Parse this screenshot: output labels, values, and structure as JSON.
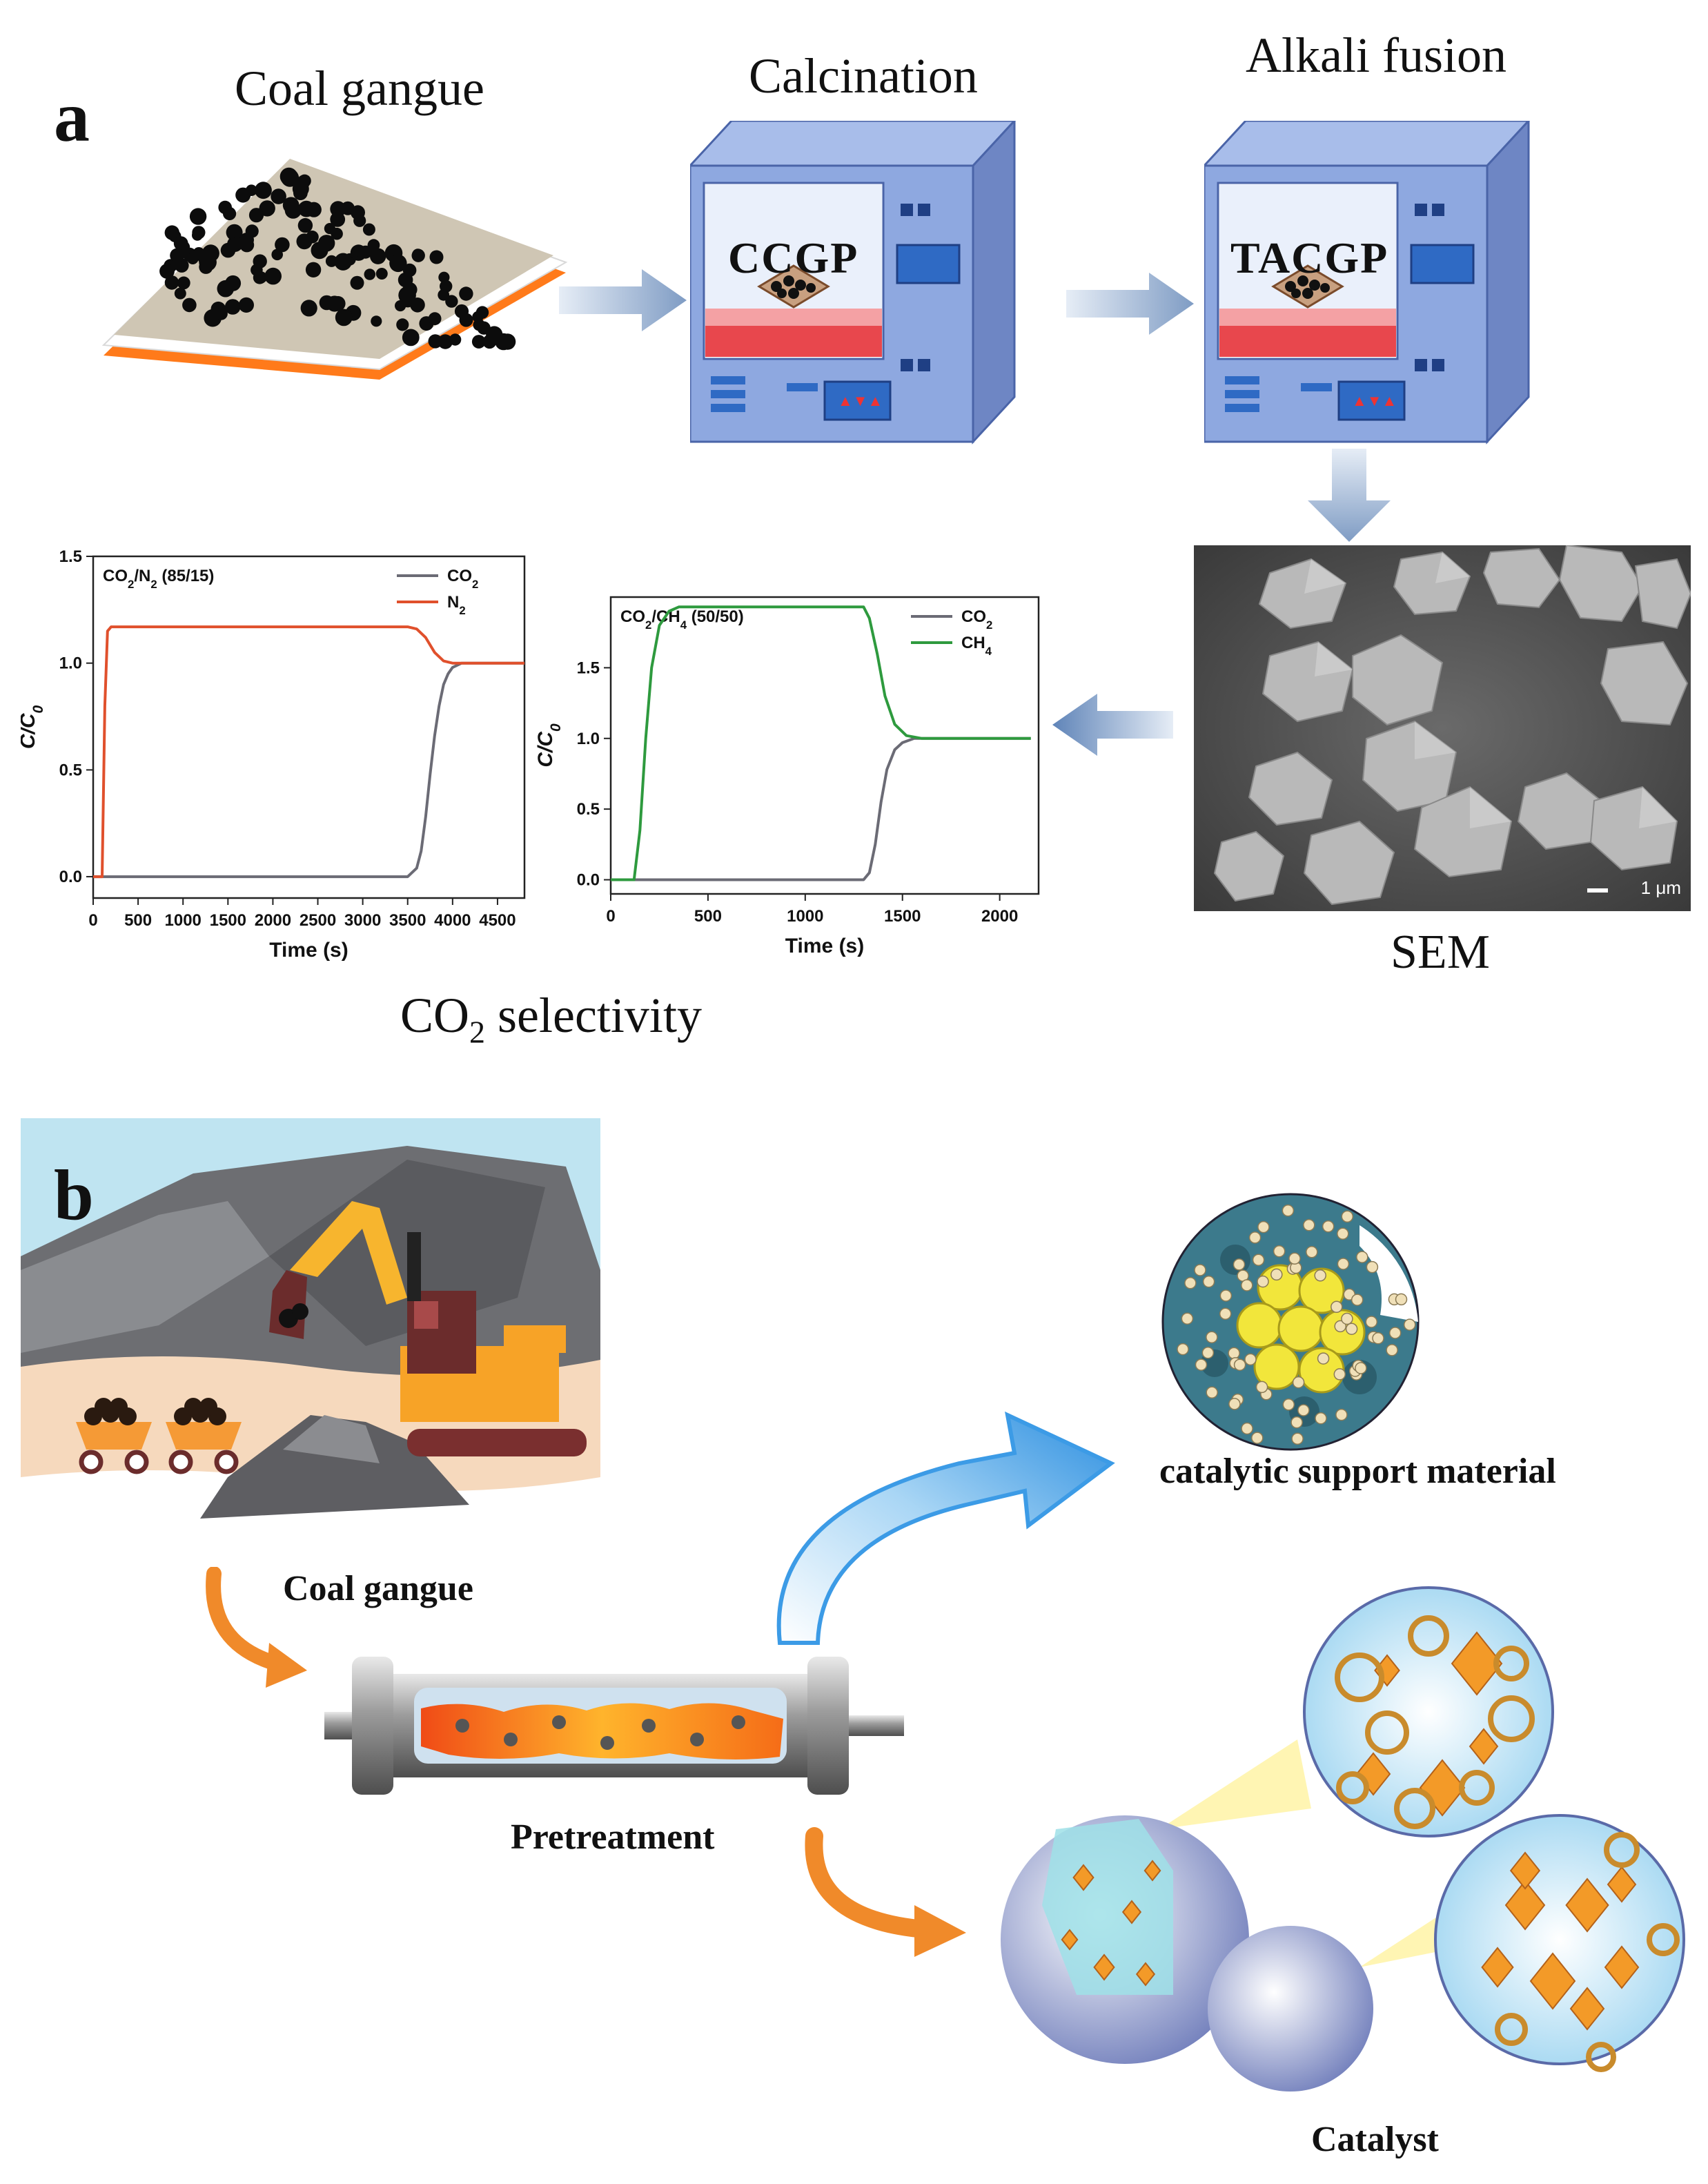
{
  "panel_a": {
    "letter": "a",
    "steps": [
      "Coal gangue",
      "Calcination",
      "Alkali fusion"
    ],
    "furnace_labels": [
      "CCGP",
      "TACGP"
    ],
    "sem": {
      "caption": "SEM",
      "scale_bar": "1 μm"
    },
    "selectivity_caption": {
      "prefix": "CO",
      "sub": "2",
      "suffix": " selectivity"
    }
  },
  "panel_b": {
    "letter": "b",
    "labels": {
      "coal_gangue": "Coal gangue",
      "pretreatment": "Pretreatment",
      "support": "catalytic support material",
      "catalyst": "Catalyst"
    }
  },
  "colors": {
    "co2_line": "#6b6b75",
    "n2_line": "#e0502c",
    "ch4_line": "#2e9a3e",
    "furnace": "#7d9bd8",
    "arrow_blue": "#8aa6c8",
    "arrow_orange": "#f08a2a"
  },
  "chart_data": [
    {
      "type": "line",
      "title": "CO2/N2 (85/15)",
      "xlabel": "Time (s)",
      "ylabel": "C/C0",
      "xlim": [
        0,
        4800
      ],
      "ylim": [
        -0.1,
        1.5
      ],
      "xticks": [
        0,
        500,
        1000,
        1500,
        2000,
        2500,
        3000,
        3500,
        4000,
        4500
      ],
      "yticks": [
        0.0,
        0.5,
        1.0,
        1.5
      ],
      "legend_position": "top-right",
      "series": [
        {
          "name": "CO2",
          "color": "#6b6b75",
          "x": [
            0,
            3500,
            3600,
            3650,
            3700,
            3750,
            3800,
            3850,
            3900,
            3950,
            4000,
            4100,
            4800
          ],
          "y": [
            0,
            0,
            0.04,
            0.12,
            0.28,
            0.48,
            0.66,
            0.8,
            0.9,
            0.95,
            0.98,
            1.0,
            1.0
          ]
        },
        {
          "name": "N2",
          "color": "#e0502c",
          "x": [
            0,
            100,
            130,
            160,
            200,
            3500,
            3600,
            3700,
            3800,
            3900,
            4000,
            4800
          ],
          "y": [
            0,
            0,
            0.8,
            1.15,
            1.17,
            1.17,
            1.16,
            1.12,
            1.05,
            1.01,
            1.0,
            1.0
          ]
        }
      ]
    },
    {
      "type": "line",
      "title": "CO2/CH4 (50/50)",
      "xlabel": "Time (s)",
      "ylabel": "C/C0",
      "xlim": [
        0,
        2200
      ],
      "ylim": [
        -0.1,
        2.0
      ],
      "xticks": [
        0,
        500,
        1000,
        1500,
        2000
      ],
      "yticks": [
        0.0,
        0.5,
        1.0,
        1.5
      ],
      "legend_position": "top-right",
      "series": [
        {
          "name": "CO2",
          "color": "#6b6b75",
          "x": [
            0,
            1300,
            1330,
            1360,
            1390,
            1420,
            1460,
            1500,
            1560,
            2160
          ],
          "y": [
            0,
            0,
            0.05,
            0.25,
            0.55,
            0.78,
            0.92,
            0.97,
            1.0,
            1.0
          ]
        },
        {
          "name": "CH4",
          "color": "#2e9a3e",
          "x": [
            0,
            120,
            150,
            180,
            210,
            250,
            300,
            350,
            1300,
            1330,
            1370,
            1410,
            1460,
            1520,
            1600,
            2160
          ],
          "y": [
            0,
            0,
            0.35,
            1.0,
            1.5,
            1.8,
            1.9,
            1.93,
            1.93,
            1.85,
            1.6,
            1.3,
            1.1,
            1.02,
            1.0,
            1.0
          ]
        }
      ]
    }
  ]
}
